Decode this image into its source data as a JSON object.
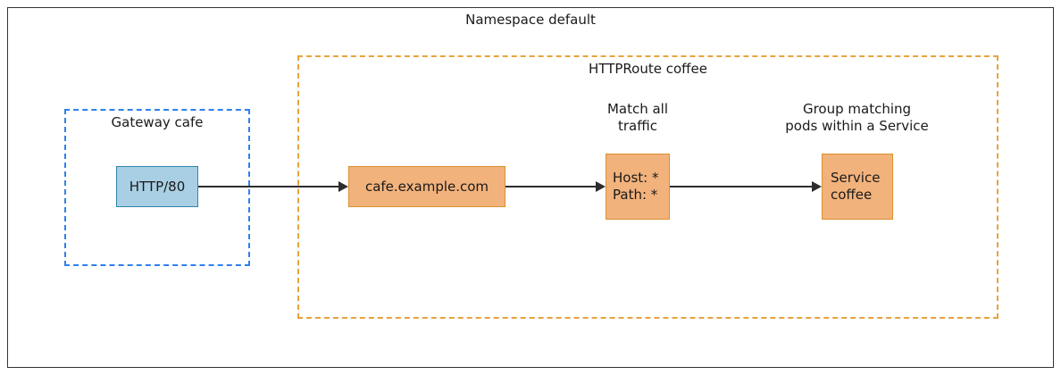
{
  "namespace": {
    "label": "Namespace default"
  },
  "gateway": {
    "label": "Gateway cafe",
    "listener_label": "HTTP/80"
  },
  "route": {
    "label": "HTTPRoute coffee",
    "hostname_label": "cafe.example.com",
    "match_caption_line1": "Match all",
    "match_caption_line2": "traffic",
    "match_host": "Host: *",
    "match_path": "Path: *",
    "backend_caption_line1": "Group matching",
    "backend_caption_line2": "pods within a Service",
    "service_line1": "Service",
    "service_line2": "coffee"
  },
  "colors": {
    "outer_border": "#333333",
    "text_color": "#1a1a1a",
    "blue_fill": "#a9cfe4",
    "blue_border": "#2e86ab",
    "blue_dashed": "#2f80ed",
    "orange_fill": "#f2b27c",
    "orange_border": "#d9912f",
    "orange_dashed": "#e8a33d",
    "arrow_color": "#2d2d2d"
  }
}
